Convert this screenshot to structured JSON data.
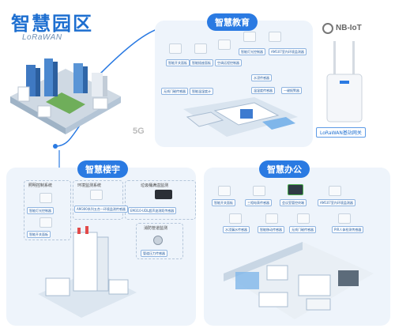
{
  "header": {
    "title": "智慧园区",
    "lora_logo": "LoRaWAN",
    "nbiot_logo": "NB-IoT",
    "tag_5g": "5G"
  },
  "gateway": {
    "label": "LoRaWAN基站网关"
  },
  "education": {
    "title": "智慧教育",
    "chips": [
      "智能开关面板",
      "智能插座面板",
      "空调远程控制器",
      "智能灯光控制器",
      "AM107室内环境监测器",
      "无线门磁传感器",
      "智能温湿度计",
      "水浸传感器",
      "温湿度传感器",
      "一键报警器"
    ]
  },
  "building": {
    "title": "智慧楼宇",
    "groups": [
      "照明控制系统",
      "环境监测系统",
      "垃圾桶满溢监测",
      "消防管道监测"
    ],
    "chips": [
      "智能灯光控制器",
      "智能开关面板",
      "AM300系列五合一环境监测传感器",
      "EM310-UDL超声波测距传感器",
      "管道压力传感器"
    ]
  },
  "office": {
    "title": "智慧办公",
    "chips": [
      "智能开关面板",
      "三相电表传感器",
      "会议室管控终端",
      "AM107室内环境监测器",
      "水浸漏水传感器",
      "智能移动传感器",
      "无线门磁传感器",
      "PIR人体检测传感器"
    ]
  },
  "colors": {
    "accent": "#2a7ae2",
    "panel": "#eef4fb"
  }
}
